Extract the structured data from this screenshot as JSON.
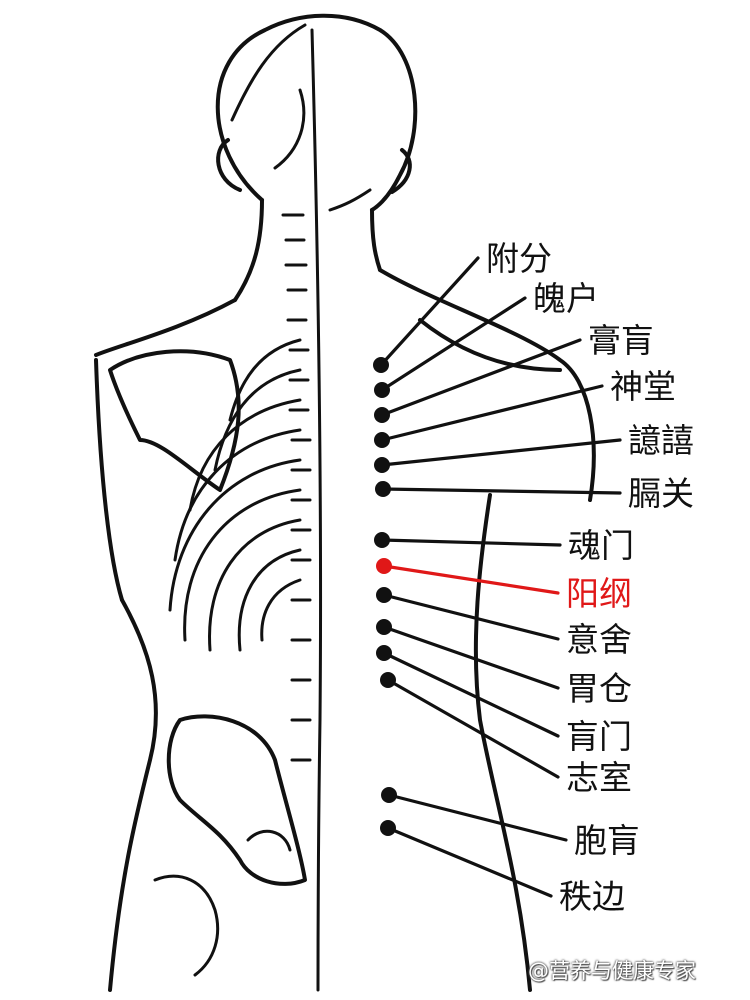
{
  "colors": {
    "line": "#111111",
    "highlight": "#e01818"
  },
  "acupoints": [
    {
      "name": "附分",
      "highlighted": false
    },
    {
      "name": "魄户",
      "highlighted": false
    },
    {
      "name": "膏肓",
      "highlighted": false
    },
    {
      "name": "神堂",
      "highlighted": false
    },
    {
      "name": "譩譆",
      "highlighted": false
    },
    {
      "name": "膈关",
      "highlighted": false
    },
    {
      "name": "魂门",
      "highlighted": false
    },
    {
      "name": "阳纲",
      "highlighted": true
    },
    {
      "name": "意舍",
      "highlighted": false
    },
    {
      "name": "胃仓",
      "highlighted": false
    },
    {
      "name": "肓门",
      "highlighted": false
    },
    {
      "name": "志室",
      "highlighted": false
    },
    {
      "name": "胞肓",
      "highlighted": false
    },
    {
      "name": "秩边",
      "highlighted": false
    }
  ],
  "watermark": "@营养与健康专家"
}
